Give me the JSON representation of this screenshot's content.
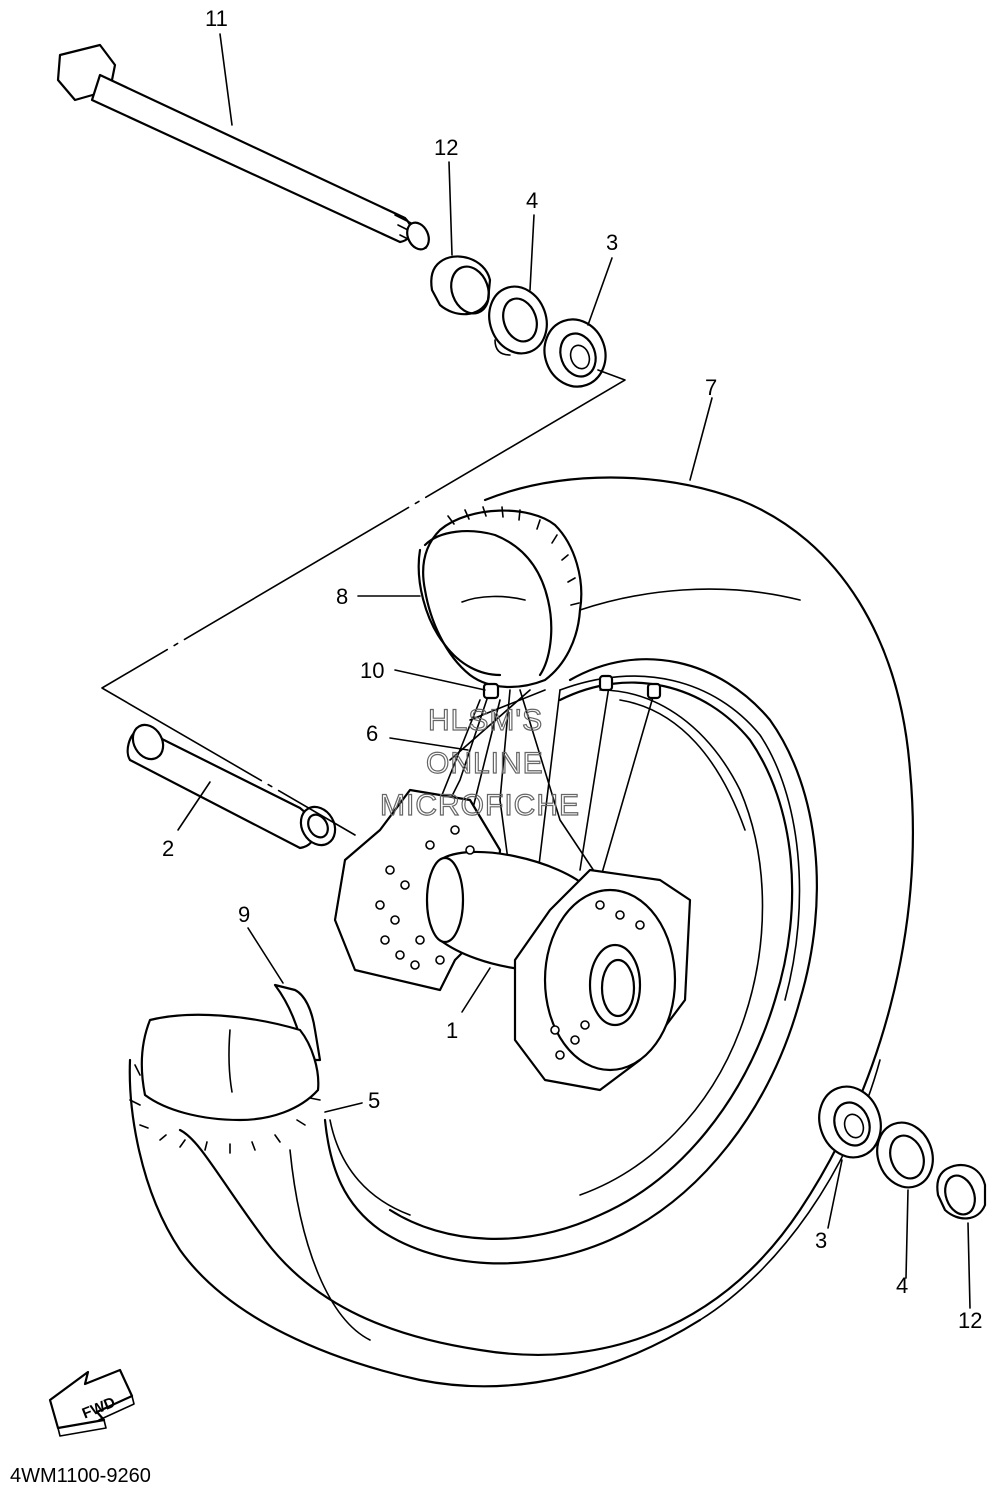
{
  "diagram": {
    "callouts": {
      "c11": "11",
      "c12_top": "12",
      "c4_top": "4",
      "c3_top": "3",
      "c7": "7",
      "c8": "8",
      "c10": "10",
      "c6": "6",
      "c2": "2",
      "c9": "9",
      "c1": "1",
      "c5": "5",
      "c3_bot": "3",
      "c4_bot": "4",
      "c12_bot": "12"
    },
    "watermark": [
      "HLSM'S",
      "ONLINE",
      "MICROFICHE"
    ],
    "direction_badge": "FWD",
    "part_number": "4WM1100-9260"
  }
}
